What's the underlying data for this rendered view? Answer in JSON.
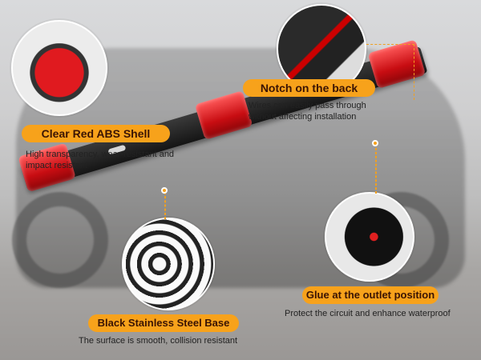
{
  "features": [
    {
      "title": "Clear Red ABS Shell",
      "desc": "High transparency, wear-resistant and impact resistant"
    },
    {
      "title": "Notch on the back",
      "desc": "Wires can easily pass through without affecting installation"
    },
    {
      "title": "Glue at the outlet position",
      "desc": "Protect the circuit and enhance waterproof"
    },
    {
      "title": "Black Stainless Steel Base",
      "desc": "The surface is smooth, collision resistant"
    }
  ],
  "colors": {
    "accent": "#f7a21b",
    "lamp": "#d01015",
    "base": "#1a1a1a"
  }
}
